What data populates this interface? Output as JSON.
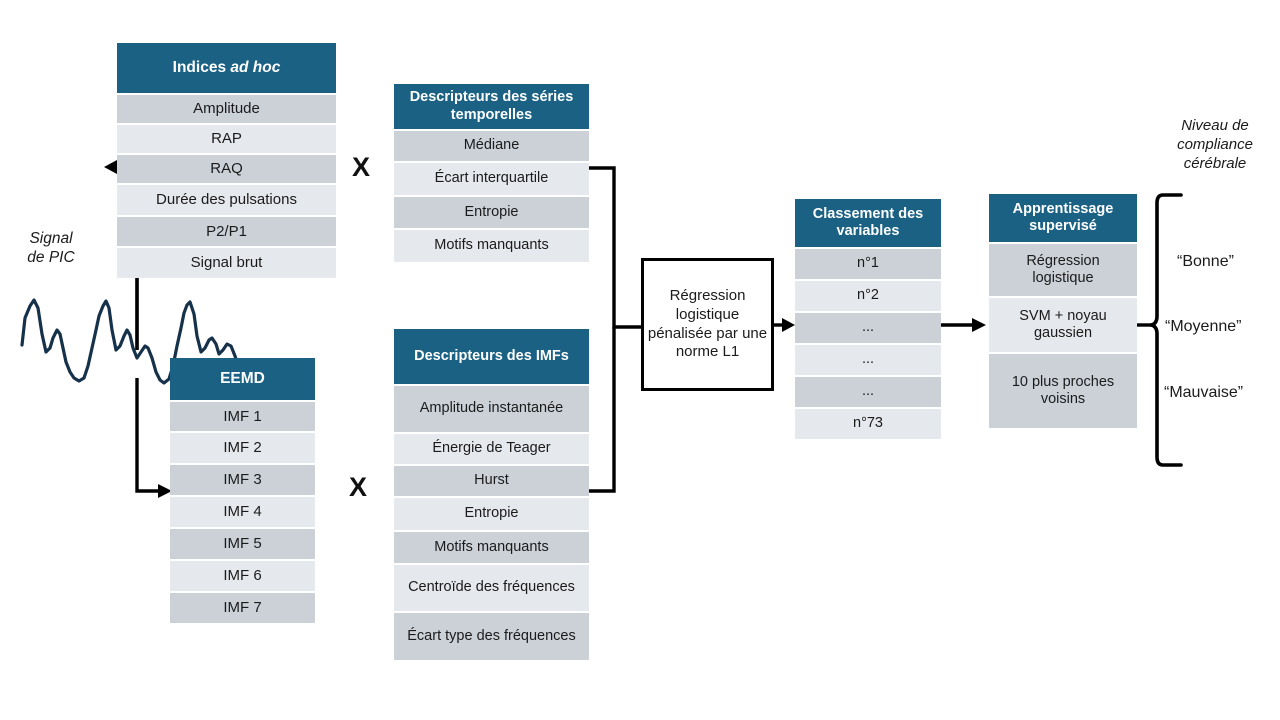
{
  "diagram": {
    "title_implicit": "Pipeline de classification du niveau de compliance cérébrale",
    "colors": {
      "header_teal": "#1A6184",
      "row_dark": "#ccd1d8",
      "row_light": "#e5e8ec",
      "signal_navy": "#16314a",
      "wire_black": "#000000",
      "background": "#ffffff"
    },
    "signal": {
      "label_line1": "Signal",
      "label_line2": "de PIC",
      "icon_name": "icp-waveform"
    },
    "operators": {
      "cross_top": "X",
      "cross_bottom": "X"
    },
    "adhoc": {
      "header_line1": "Indices ",
      "header_italic": "ad hoc",
      "header_full": "Indices ad hoc",
      "items": [
        "Amplitude",
        "RAP",
        "RAQ",
        "Durée des pulsations",
        "P2/P1",
        "Signal brut"
      ]
    },
    "timeseries": {
      "header": "Descripteurs des séries temporelles",
      "items": [
        "Médiane",
        "Écart interquartile",
        "Entropie",
        "Motifs manquants"
      ]
    },
    "eemd": {
      "header": "EEMD",
      "items": [
        "IMF 1",
        "IMF 2",
        "IMF 3",
        "IMF 4",
        "IMF 5",
        "IMF 6",
        "IMF 7"
      ]
    },
    "imf_desc": {
      "header": "Descripteurs des IMFs",
      "items": [
        "Amplitude instantanée",
        "Énergie de Teager",
        "Hurst",
        "Entropie",
        "Motifs manquants",
        "Centroïde des fréquences",
        "Écart type des fréquences"
      ]
    },
    "regression": {
      "text": "Régression logistique pénalisée par une norme L1"
    },
    "ranking": {
      "header": "Classement des variables",
      "items": [
        "n°1",
        "n°2",
        "...",
        "...",
        "...",
        "n°73"
      ]
    },
    "supervised": {
      "header": "Apprentissage supervisé",
      "items": [
        "Régression logistique",
        "SVM + noyau gaussien",
        "10 plus proches voisins"
      ]
    },
    "outcome": {
      "title": "Niveau de compliance cérébrale",
      "classes": [
        "“Bonne”",
        "“Moyenne”",
        "“Mauvaise”"
      ]
    }
  }
}
